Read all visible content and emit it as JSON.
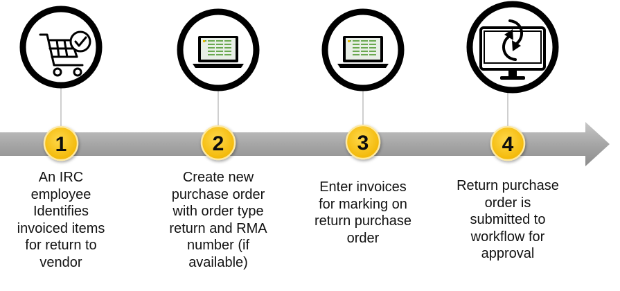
{
  "steps": [
    {
      "number": "1",
      "icon": "shopping-cart-check-icon",
      "lines": [
        "An IRC",
        "employee",
        "Identifies",
        "invoiced items",
        "for return to",
        "vendor"
      ]
    },
    {
      "number": "2",
      "icon": "laptop-spreadsheet-icon",
      "lines": [
        "Create new",
        "purchase order",
        "with order type",
        "return and RMA",
        "number (if",
        "available)"
      ]
    },
    {
      "number": "3",
      "icon": "laptop-spreadsheet-icon",
      "lines": [
        "Enter invoices",
        "for marking on",
        "return purchase",
        "order"
      ]
    },
    {
      "number": "4",
      "icon": "monitor-return-arrows-icon",
      "lines": [
        "Return purchase",
        "order is",
        "submitted to",
        "workflow for",
        "approval"
      ]
    }
  ],
  "colors": {
    "arrow": "#a6a6a6",
    "badge": "#f5c518",
    "badge_border": "#fde9a3",
    "circle_ring": "#000000",
    "connector": "#bfbfbf"
  }
}
